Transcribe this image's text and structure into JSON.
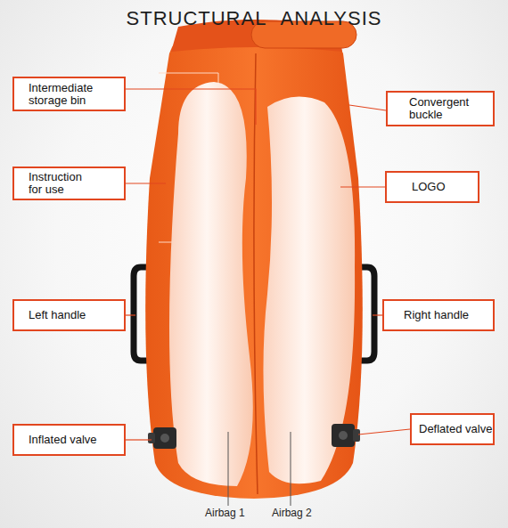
{
  "diagram": {
    "title": "STRUCTURAL ANALYSIS",
    "nodes": [
      {
        "text": [
          "Intermediate storage bin"
        ]
      },
      {
        "text": [
          "Convergent buckle"
        ]
      },
      {
        "text": [
          "Instruction for use"
        ]
      },
      {
        "text": [
          "LOGO"
        ]
      },
      {
        "text": [
          "Left handle"
        ]
      },
      {
        "text": [
          "Right handle"
        ]
      },
      {
        "text": [
          "Inflated valve"
        ]
      },
      {
        "text": [
          "Deflated valve"
        ]
      }
    ],
    "labels": [
      "Airbag 1",
      "Airbag 2"
    ]
  }
}
